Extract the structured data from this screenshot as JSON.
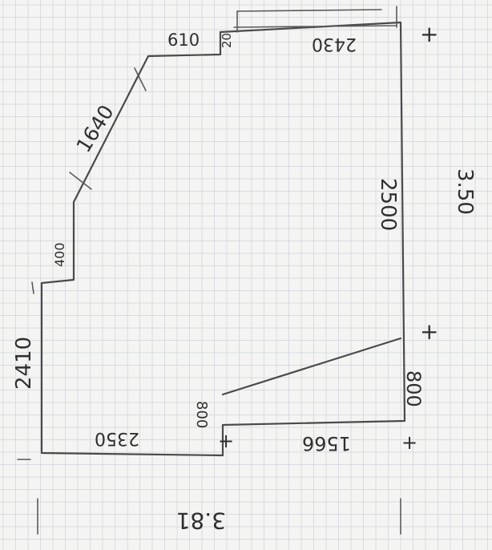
{
  "drawing": {
    "dimensions": {
      "top_610": "610",
      "top_20": "20",
      "top_2430": "2430",
      "diag_1640": "1640",
      "left_400": "400",
      "right_2500": "2500",
      "left_2410": "2410",
      "bottom_2350": "2350",
      "bottom_800": "800",
      "right_800": "800",
      "bottom_1566": "1566"
    },
    "totals": {
      "height_total": "3.50",
      "width_total": "3.81"
    },
    "marks": {
      "plus": "+"
    }
  }
}
